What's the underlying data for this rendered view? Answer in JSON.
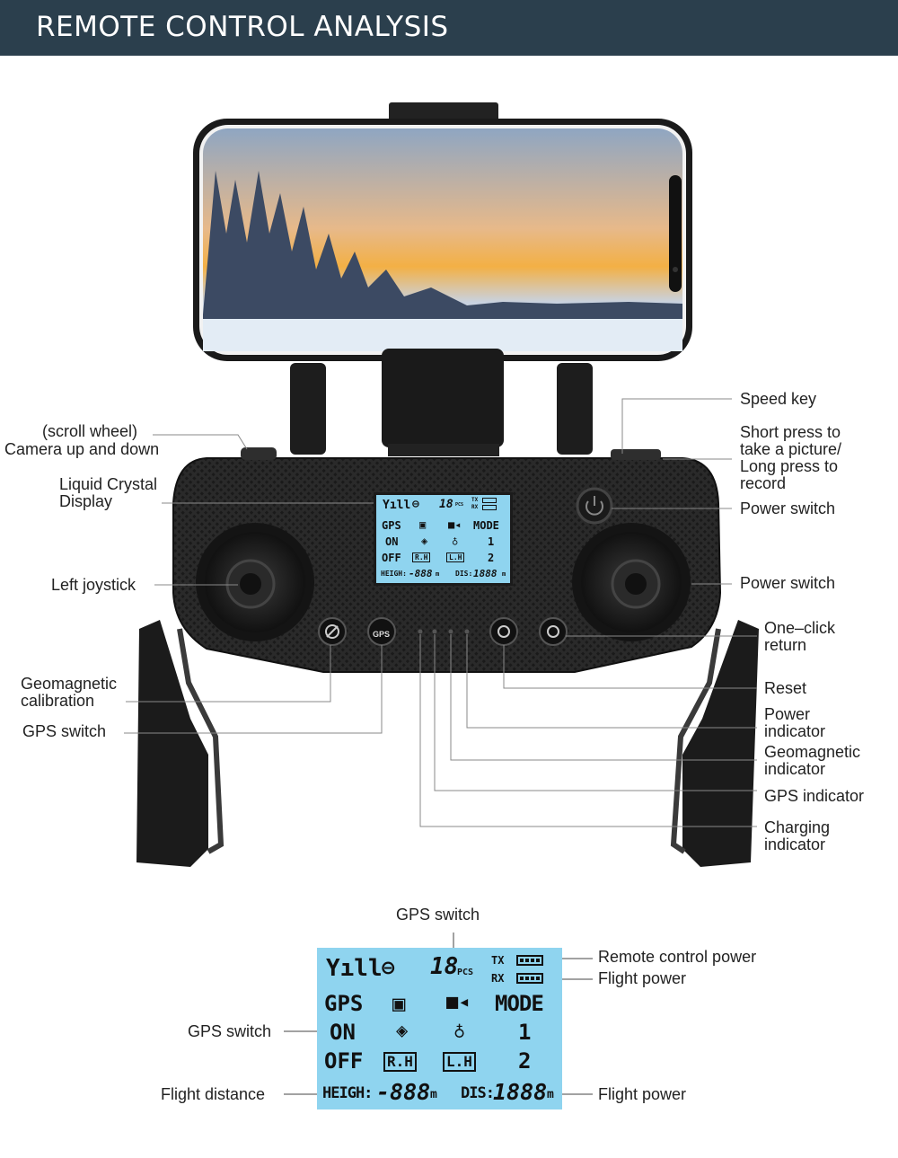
{
  "header": {
    "title": "REMOTE CONTROL ANALYSIS"
  },
  "labels": {
    "scroll_wheel_l1": "(scroll wheel)",
    "scroll_wheel_l2": "Camera up and down",
    "lcd_l1": "Liquid Crystal",
    "lcd_l2": "Display",
    "left_joystick": "Left joystick",
    "geomag_cal_l1": "Geomagnetic",
    "geomag_cal_l2": "calibration",
    "gps_switch_left": "GPS switch",
    "speed_key": "Speed key",
    "short_press_l1": "Short press to",
    "short_press_l2": "take a picture/",
    "short_press_l3": "Long press to",
    "short_press_l4": "record",
    "power_switch_1": "Power switch",
    "power_switch_2": "Power switch",
    "one_click_l1": "One–click",
    "one_click_l2": "return",
    "reset": "Reset",
    "power_ind_l1": "Power",
    "power_ind_l2": "indicator",
    "geomag_ind_l1": "Geomagnetic",
    "geomag_ind_l2": "indicator",
    "gps_indicator": "GPS indicator",
    "charging_l1": "Charging",
    "charging_l2": "indicator"
  },
  "lcd_labels": {
    "gps_switch_top": "GPS switch",
    "gps_switch_left": "GPS switch",
    "flight_distance": "Flight distance",
    "remote_control_power": "Remote control power",
    "flight_power_1": "Flight power",
    "flight_power_2": "Flight power"
  },
  "lcd": {
    "signal": "Yıll",
    "sat_count": "18",
    "sat_unit": "PCS",
    "tx": "TX",
    "rx": "RX",
    "gps": "GPS",
    "mode": "MODE",
    "on": "ON",
    "off": "OFF",
    "rh": "R.H",
    "lh": "L.H",
    "mode_1": "1",
    "mode_2": "2",
    "height_label": "HEIGH:",
    "height_value": "-888",
    "height_unit": "m",
    "dis_label": "DIS:",
    "dis_value": "1888",
    "dis_unit": "m"
  },
  "buttons": {
    "gps_button": "GPS"
  },
  "colors": {
    "header_bg": "#2b3f4d",
    "lcd_bg": "#8fd4ef",
    "controller_body": "#1f1f1f",
    "callout_line": "#777777"
  }
}
